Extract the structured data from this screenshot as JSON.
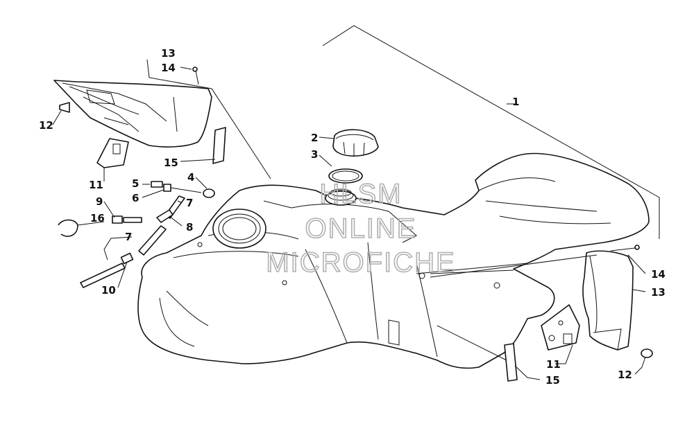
{
  "callouts": {
    "c1": "1",
    "c2": "2",
    "c3": "3",
    "c4": "4",
    "c5": "5",
    "c6": "6",
    "c7a": "7",
    "c7b": "7",
    "c8": "8",
    "c9": "9",
    "c10": "10",
    "c11a": "11",
    "c11b": "11",
    "c12a": "12",
    "c12b": "12",
    "c13a": "13",
    "c13b": "13",
    "c14a": "14",
    "c14b": "14",
    "c15a": "15",
    "c15b": "15",
    "c16": "16"
  },
  "watermark": {
    "line1": "HLSM",
    "line2": "ONLINE",
    "line3": "MICROFICHE"
  }
}
